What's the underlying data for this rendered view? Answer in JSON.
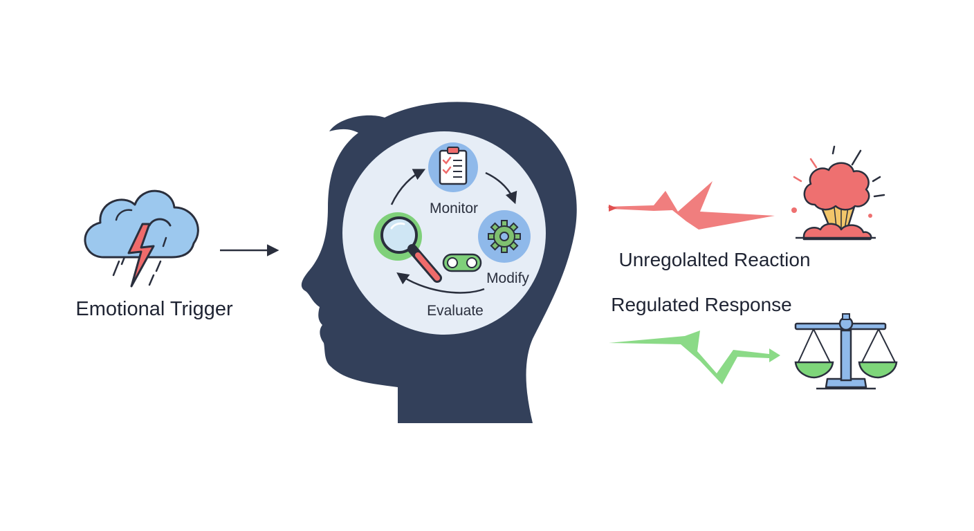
{
  "labels": {
    "trigger": "Emotional Trigger",
    "monitor": "Monitor",
    "modify": "Modify",
    "evaluate": "Evaluate",
    "unregulated": "Unregolalted Reaction",
    "regulated": "Regulated Response"
  },
  "icons": {
    "trigger": "storm-cloud-icon",
    "monitor": "clipboard-checklist-icon",
    "evaluate": "magnifying-glass-icon",
    "modify": "gear-icon",
    "toggle": "toggle-switch-icon",
    "unregulated": "explosion-icon",
    "regulated": "balance-scale-icon"
  },
  "colors": {
    "head": "#33405a",
    "brain_circle": "#e6edf6",
    "cloud": "#9cc8ee",
    "lightning": "#ef6b6b",
    "unregulated": "#ee7070",
    "regulated": "#7ed67a",
    "icon_circle": "#8fb9ea",
    "evaluate_ring": "#7fd07a"
  }
}
